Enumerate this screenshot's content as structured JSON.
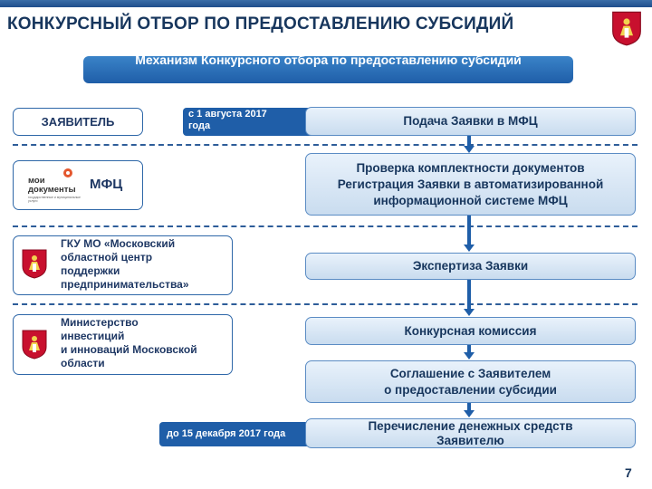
{
  "title": "КОНКУРСНЫЙ ОТБОР ПО ПРЕДОСТАВЛЕНИЮ СУБСИДИЙ",
  "banner": "Механизм Конкурсного отбора по предоставлению субсидий",
  "actors": {
    "applicant": "ЗАЯВИТЕЛЬ",
    "mfc": "МФЦ",
    "mfc_logo_main": "мои документы",
    "mfc_logo_sub": "государственные и муниципальные услуги",
    "gku_line1": "ГКУ МО «Московский",
    "gku_line2": "областной центр",
    "gku_line3": "поддержки",
    "gku_line4": "предпринимательства»",
    "ministry_line1": "Министерство",
    "ministry_line2": "инвестиций",
    "ministry_line3": "и инноваций Московской",
    "ministry_line4": "области"
  },
  "dates": {
    "start_line1": "с 1 августа 2017",
    "start_line2": "года",
    "end": "до 15 декабря 2017 года"
  },
  "stages": {
    "s1": "Подача Заявки в МФЦ",
    "s2_line1": "Проверка комплектности документов",
    "s2_line2": "Регистрация Заявки в автоматизированной",
    "s2_line3": "информационной системе МФЦ",
    "s3": "Экспертиза Заявки",
    "s4": "Конкурсная комиссия",
    "s5_line1": "Соглашение с Заявителем",
    "s5_line2": "о предоставлении субсидии",
    "s6_line1": "Перечисление денежных средств",
    "s6_line2": "Заявителю"
  },
  "page_number": "7",
  "colors": {
    "primary": "#1f5ea8",
    "text": "#17365d",
    "stage_fill": "#d6e6f5",
    "crest_red": "#c8102e"
  }
}
